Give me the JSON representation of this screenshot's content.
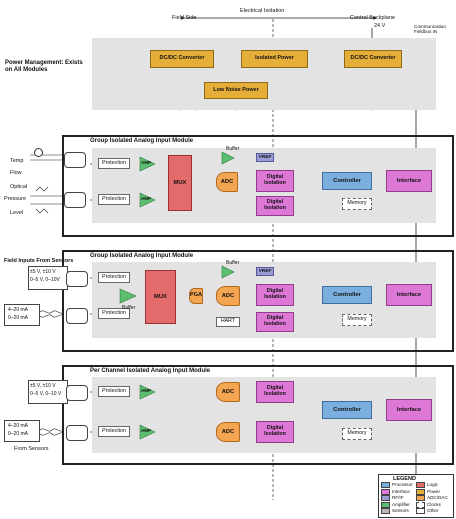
{
  "header": {
    "isolation_label": "Electrical Isolation",
    "field_side": "Field Side",
    "control_backplane": "Control Backplane",
    "supply_24v": "24 V",
    "comm_fieldbus_line1": "Communication",
    "comm_fieldbus_line2": "Fieldbus IN"
  },
  "power": {
    "section_label": "Power Management: Exists on All Modules",
    "dcdc_left": "DC/DC Converter",
    "isolated_power": "Isolated Power",
    "dcdc_right": "DC/DC Converter",
    "low_noise": "Low Noise Power"
  },
  "module1": {
    "title": "Group Isolated Analog Input Module",
    "inputs": [
      "Temp",
      "Flow",
      "Optical",
      "Pressure",
      "Level"
    ],
    "protection": "Protection",
    "amp": "AMP",
    "mux": "MUX",
    "adc": "ADC",
    "buffer": "Buffer",
    "vref": "VREF",
    "digital_isolation": "Digital Isolation",
    "controller": "Controller",
    "interface": "Interface",
    "memory": "Memory"
  },
  "module2": {
    "title": "Group Isolated Analog Input Module",
    "field_inputs": "Field Inputs From Sensors",
    "range_v1": "±5 V, ±10 V",
    "range_v2": "0–5 V, 0–10V",
    "range_i1": "4–20 mA",
    "range_i2": "0–20 mA",
    "protection": "Protection",
    "buffer": "Buffer",
    "mux": "MUX",
    "pga": "PGA",
    "adc": "ADC",
    "vref": "VREF",
    "hart": "HART",
    "digital_isolation": "Digital Isolation",
    "controller": "Controller",
    "interface": "Interface",
    "memory": "Memory"
  },
  "module3": {
    "title": "Per Channel Isolated Analog Input Module",
    "range_v1": "±5 V, ±10 V",
    "range_v2": "0–5 V, 0–10 V",
    "range_i1": "4–20 mA",
    "range_i2": "0–20 mA",
    "from_sensors": "From Sensors",
    "protection": "Protection",
    "amp": "AMP",
    "adc": "ADC",
    "digital_isolation": "Digital Isolation",
    "controller": "Controller",
    "interface": "Interface",
    "memory": "Memory"
  },
  "legend": {
    "title": "LEGEND",
    "items": [
      {
        "label": "Processor",
        "color": "#7aaedf"
      },
      {
        "label": "Logic",
        "color": "#e46b6b"
      },
      {
        "label": "Interface",
        "color": "#dd78d6"
      },
      {
        "label": "Power",
        "color": "#e4ae38"
      },
      {
        "label": "RF/IF",
        "color": "#9a9cd6"
      },
      {
        "label": "ADC/DAC",
        "color": "#f3a552"
      },
      {
        "label": "Amplifier",
        "color": "#5bbf6f"
      },
      {
        "label": "Clocks",
        "color": "#ffffff"
      },
      {
        "label": "Sensors",
        "color": "#b8b8b8"
      },
      {
        "label": "Other",
        "color": "#ffffff"
      }
    ]
  },
  "colors": {
    "processor": "#7aaedf",
    "logic": "#e46b6b",
    "interface": "#dd78d6",
    "power": "#e4ae38",
    "adc": "#f3a552",
    "amplifier": "#5bbf6f",
    "section_bg": "#e3e3e3"
  }
}
